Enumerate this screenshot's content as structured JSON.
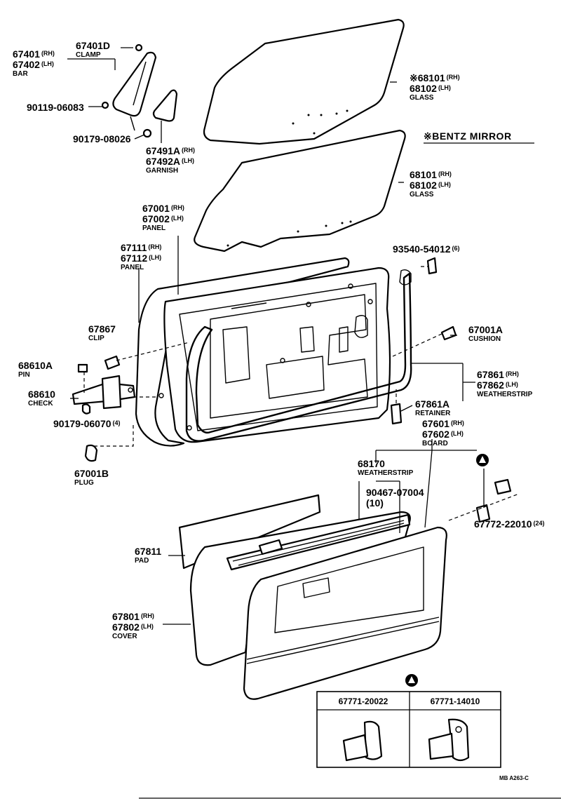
{
  "note": "※BENTZ MIRROR",
  "diagram_code": "MB  A263-C",
  "callouts": [
    {
      "id": "67401d",
      "lines": [
        {
          "pn": "67401D",
          "side": ""
        }
      ],
      "name": "CLAMP"
    },
    {
      "id": "67401",
      "lines": [
        {
          "pn": "67401",
          "side": "(RH)"
        },
        {
          "pn": "67402",
          "side": "(LH)"
        }
      ],
      "name": "BAR"
    },
    {
      "id": "90119",
      "lines": [
        {
          "pn": "90119-06083",
          "side": ""
        }
      ],
      "name": ""
    },
    {
      "id": "90179a",
      "lines": [
        {
          "pn": "90179-08026",
          "side": ""
        }
      ],
      "name": ""
    },
    {
      "id": "67491a",
      "lines": [
        {
          "pn": "67491A",
          "side": "(RH)"
        },
        {
          "pn": "67492A",
          "side": "(LH)"
        }
      ],
      "name": "GARNISH"
    },
    {
      "id": "68101a",
      "lines": [
        {
          "pn": "※68101",
          "side": "(RH)"
        },
        {
          "pn": "68102",
          "side": "(LH)"
        }
      ],
      "name": "GLASS"
    },
    {
      "id": "68101b",
      "lines": [
        {
          "pn": "68101",
          "side": "(RH)"
        },
        {
          "pn": "68102",
          "side": "(LH)"
        }
      ],
      "name": "GLASS"
    },
    {
      "id": "67001",
      "lines": [
        {
          "pn": "67001",
          "side": "(RH)"
        },
        {
          "pn": "67002",
          "side": "(LH)"
        }
      ],
      "name": "PANEL"
    },
    {
      "id": "67111",
      "lines": [
        {
          "pn": "67111",
          "side": "(RH)"
        },
        {
          "pn": "67112",
          "side": "(LH)"
        }
      ],
      "name": "PANEL"
    },
    {
      "id": "93540",
      "lines": [
        {
          "pn": "93540-54012",
          "side": "(6)"
        }
      ],
      "name": ""
    },
    {
      "id": "67867",
      "lines": [
        {
          "pn": "67867",
          "side": ""
        }
      ],
      "name": "CLIP"
    },
    {
      "id": "67001a",
      "lines": [
        {
          "pn": "67001A",
          "side": ""
        }
      ],
      "name": "CUSHION"
    },
    {
      "id": "68610a",
      "lines": [
        {
          "pn": "68610A",
          "side": ""
        }
      ],
      "name": "PIN"
    },
    {
      "id": "67861",
      "lines": [
        {
          "pn": "67861",
          "side": "(RH)"
        },
        {
          "pn": "67862",
          "side": "(LH)"
        }
      ],
      "name": "WEATHERSTRIP"
    },
    {
      "id": "68610",
      "lines": [
        {
          "pn": "68610",
          "side": ""
        }
      ],
      "name": "CHECK"
    },
    {
      "id": "67861a",
      "lines": [
        {
          "pn": "67861A",
          "side": ""
        }
      ],
      "name": "RETAINER"
    },
    {
      "id": "90179b",
      "lines": [
        {
          "pn": "90179-06070",
          "side": "(4)"
        }
      ],
      "name": ""
    },
    {
      "id": "67601",
      "lines": [
        {
          "pn": "67601",
          "side": "(RH)"
        },
        {
          "pn": "67602",
          "side": "(LH)"
        }
      ],
      "name": "BOARD"
    },
    {
      "id": "67001b",
      "lines": [
        {
          "pn": "67001B",
          "side": ""
        }
      ],
      "name": "PLUG"
    },
    {
      "id": "68170",
      "lines": [
        {
          "pn": "68170",
          "side": ""
        }
      ],
      "name": "WEATHERSTRIP"
    },
    {
      "id": "90467",
      "lines": [
        {
          "pn": "90467-07004",
          "side": ""
        },
        {
          "pn": "(10)",
          "side": ""
        }
      ],
      "name": ""
    },
    {
      "id": "67772",
      "lines": [
        {
          "pn": "67772-22010",
          "side": "(24)"
        }
      ],
      "name": ""
    },
    {
      "id": "67811",
      "lines": [
        {
          "pn": "67811",
          "side": ""
        }
      ],
      "name": "PAD"
    },
    {
      "id": "67801",
      "lines": [
        {
          "pn": "67801",
          "side": "(RH)"
        },
        {
          "pn": "67802",
          "side": "(LH)"
        }
      ],
      "name": "COVER"
    }
  ],
  "inset": {
    "symbol": "▲",
    "columns": [
      "67771-20022",
      "67771-14010"
    ]
  }
}
